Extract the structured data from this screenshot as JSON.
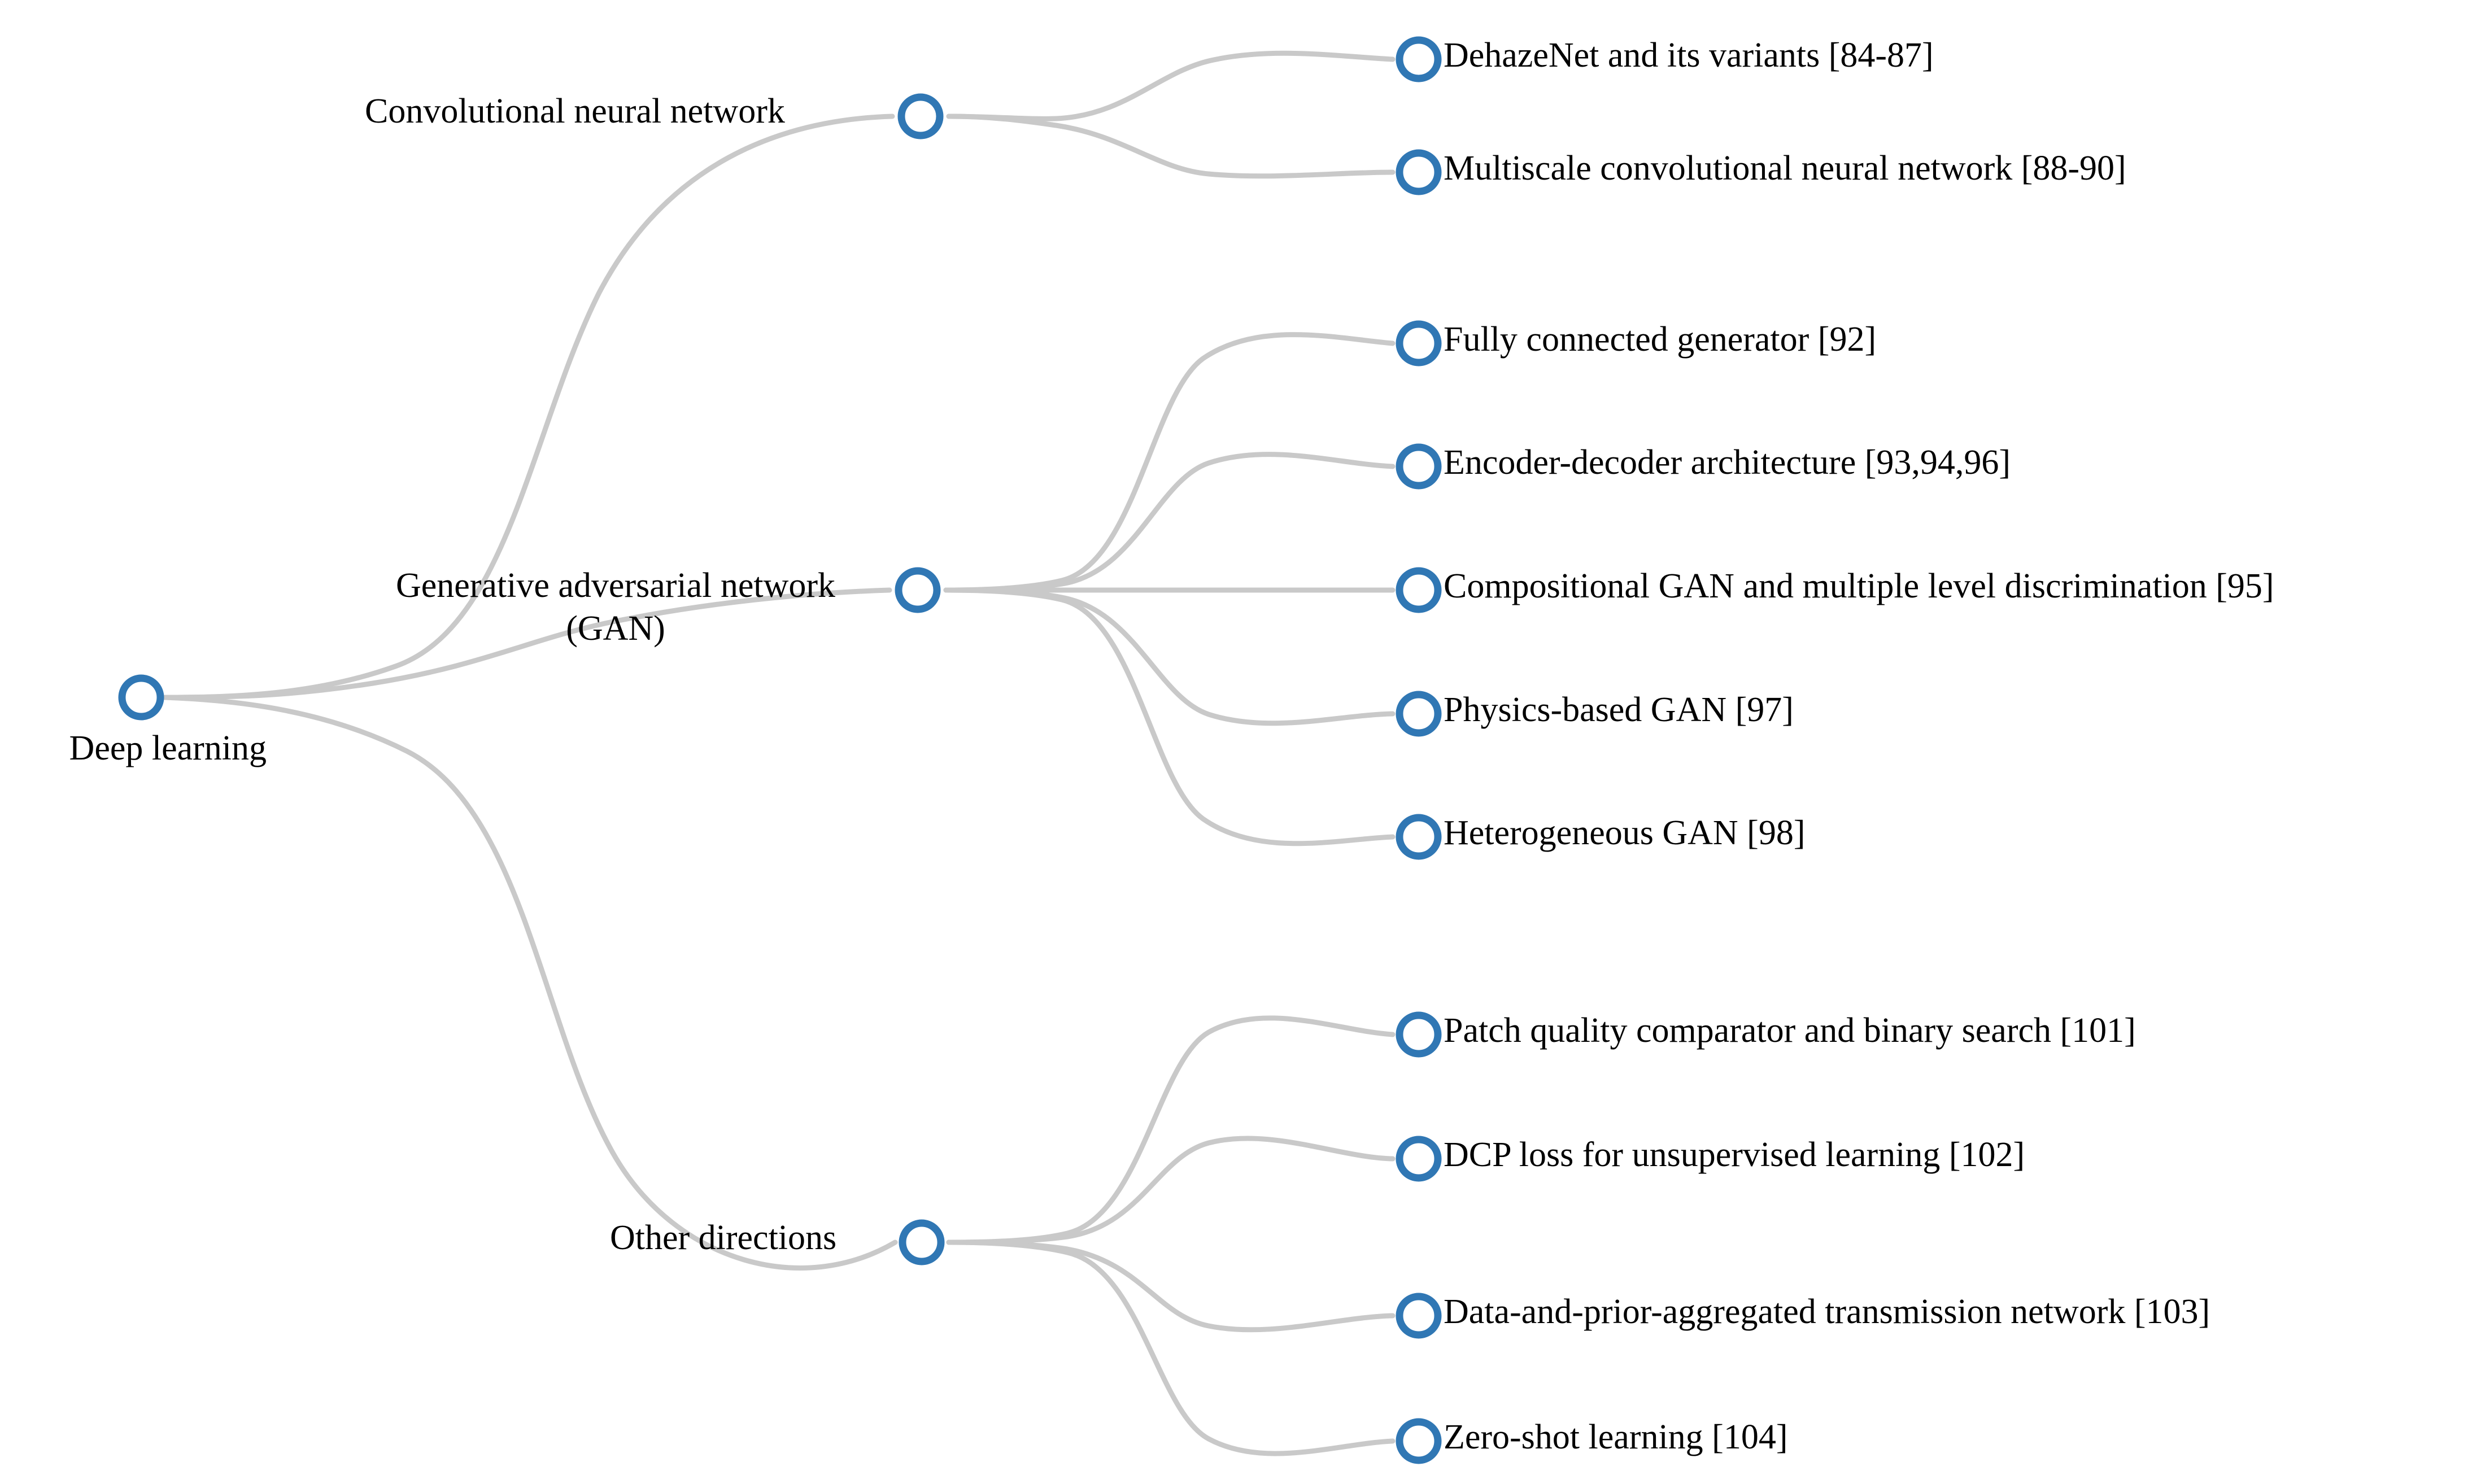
{
  "diagram": {
    "type": "tree",
    "orientation": "left-to-right",
    "title": "",
    "node_marker": "hollow-circle",
    "colors": {
      "node_stroke": "#3077b4",
      "node_fill": "#ffffff",
      "edge": "#c9c9c9",
      "text": "#000000",
      "background": "#ffffff"
    },
    "root": {
      "id": "deep-learning",
      "label": "Deep learning"
    },
    "branches": [
      {
        "id": "cnn",
        "label": "Convolutional neural network",
        "label_lines": [
          "Convolutional neural network"
        ],
        "children": [
          {
            "id": "dehazenet",
            "label": "DehazeNet and its variants [84-87]"
          },
          {
            "id": "multiscale-cnn",
            "label": "Multiscale convolutional neural network [88-90]"
          }
        ]
      },
      {
        "id": "gan",
        "label": "Generative adversarial network (GAN)",
        "label_lines": [
          "Generative adversarial network",
          "(GAN)"
        ],
        "children": [
          {
            "id": "fully-connected-generator",
            "label": "Fully connected generator [92]"
          },
          {
            "id": "encoder-decoder",
            "label": "Encoder-decoder architecture [93,94,96]"
          },
          {
            "id": "compositional-gan",
            "label": "Compositional GAN and multiple level discrimination [95]"
          },
          {
            "id": "physics-based-gan",
            "label": "Physics-based GAN [97]"
          },
          {
            "id": "heterogeneous-gan",
            "label": "Heterogeneous GAN [98]"
          }
        ]
      },
      {
        "id": "other-directions",
        "label": "Other directions",
        "label_lines": [
          "Other directions"
        ],
        "children": [
          {
            "id": "patch-quality-comparator",
            "label": "Patch quality comparator and binary search [101]"
          },
          {
            "id": "dcp-loss",
            "label": "DCP loss for unsupervised learning [102]"
          },
          {
            "id": "data-and-prior",
            "label": "Data-and-prior-aggregated transmission network [103]"
          },
          {
            "id": "zero-shot",
            "label": "Zero-shot learning [104]"
          }
        ]
      }
    ]
  }
}
